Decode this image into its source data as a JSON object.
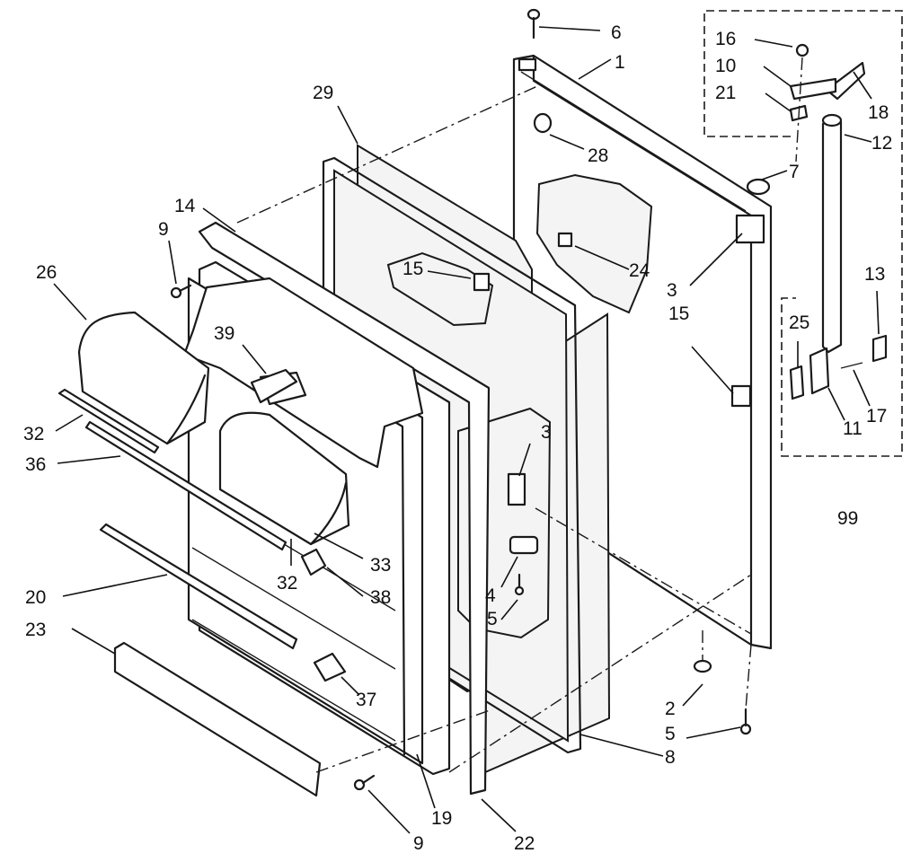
{
  "callouts": [
    {
      "id": "c6",
      "text": "6"
    },
    {
      "id": "c1",
      "text": "1"
    },
    {
      "id": "c16",
      "text": "16"
    },
    {
      "id": "c10",
      "text": "10"
    },
    {
      "id": "c21",
      "text": "21"
    },
    {
      "id": "c18",
      "text": "18"
    },
    {
      "id": "c12",
      "text": "12"
    },
    {
      "id": "c7",
      "text": "7"
    },
    {
      "id": "c29",
      "text": "29"
    },
    {
      "id": "c28",
      "text": "28"
    },
    {
      "id": "c14",
      "text": "14"
    },
    {
      "id": "c9a",
      "text": "9"
    },
    {
      "id": "c26",
      "text": "26"
    },
    {
      "id": "c15a",
      "text": "15"
    },
    {
      "id": "c24",
      "text": "24"
    },
    {
      "id": "c3a",
      "text": "3"
    },
    {
      "id": "c15b",
      "text": "15"
    },
    {
      "id": "c13",
      "text": "13"
    },
    {
      "id": "c25",
      "text": "25"
    },
    {
      "id": "c39",
      "text": "39"
    },
    {
      "id": "c17",
      "text": "17"
    },
    {
      "id": "c11",
      "text": "11"
    },
    {
      "id": "c32a",
      "text": "32"
    },
    {
      "id": "c36",
      "text": "36"
    },
    {
      "id": "c3b",
      "text": "3"
    },
    {
      "id": "c99",
      "text": "99"
    },
    {
      "id": "c33",
      "text": "33"
    },
    {
      "id": "c32b",
      "text": "32"
    },
    {
      "id": "c38",
      "text": "38"
    },
    {
      "id": "c20",
      "text": "20"
    },
    {
      "id": "c4",
      "text": "4"
    },
    {
      "id": "c5a",
      "text": "5"
    },
    {
      "id": "c23",
      "text": "23"
    },
    {
      "id": "c37",
      "text": "37"
    },
    {
      "id": "c2",
      "text": "2"
    },
    {
      "id": "c5b",
      "text": "5"
    },
    {
      "id": "c8",
      "text": "8"
    },
    {
      "id": "c19",
      "text": "19"
    },
    {
      "id": "c9b",
      "text": "9"
    },
    {
      "id": "c22",
      "text": "22"
    }
  ]
}
